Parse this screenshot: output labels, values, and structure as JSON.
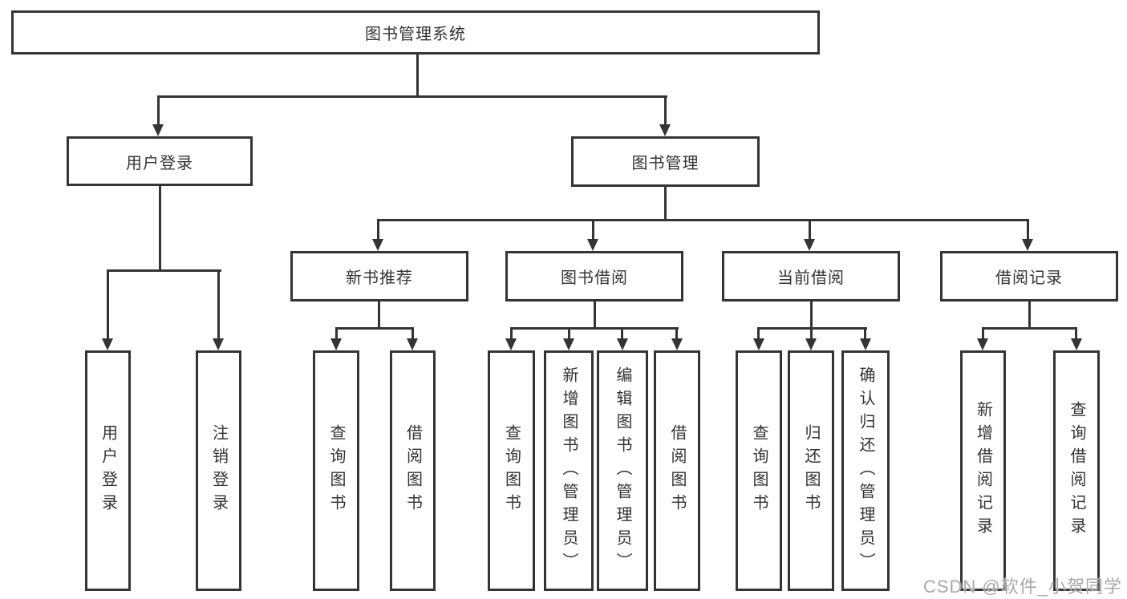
{
  "diagram": {
    "root": {
      "label": "图书管理系统"
    },
    "branches": [
      {
        "label": "用户登录",
        "children": [
          {
            "label": "用户登录"
          },
          {
            "label": "注销登录"
          }
        ]
      },
      {
        "label": "图书管理",
        "children": [
          {
            "label": "新书推荐",
            "children": [
              {
                "label": "查询图书"
              },
              {
                "label": "借阅图书"
              }
            ]
          },
          {
            "label": "图书借阅",
            "children": [
              {
                "label": "查询图书"
              },
              {
                "label": "新增图书（管理员）"
              },
              {
                "label": "编辑图书（管理员）"
              },
              {
                "label": "借阅图书"
              }
            ]
          },
          {
            "label": "当前借阅",
            "children": [
              {
                "label": "查询图书"
              },
              {
                "label": "归还图书"
              },
              {
                "label": "确认归还（管理员）"
              }
            ]
          },
          {
            "label": "借阅记录",
            "children": [
              {
                "label": "新增借阅记录"
              },
              {
                "label": "查询借阅记录"
              }
            ]
          }
        ]
      }
    ],
    "watermark": "CSDN @软件_小贺同学",
    "colors": {
      "line": "#343434",
      "text": "#333333",
      "background": "#ffffff",
      "watermark": "#a8a8a8"
    }
  }
}
